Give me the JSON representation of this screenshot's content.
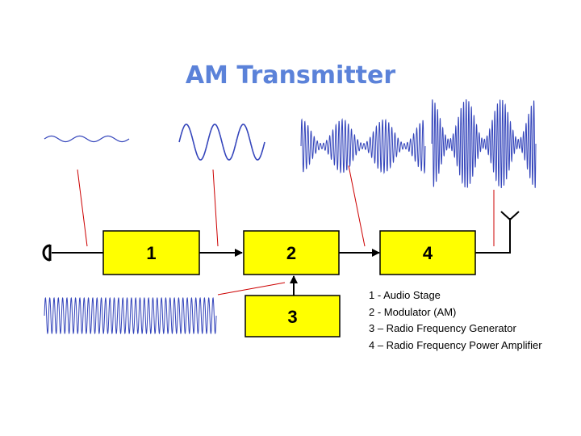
{
  "title": "AM Transmitter",
  "colors": {
    "title": "#5B82D9",
    "block_fill": "#FFFF00",
    "block_stroke": "#000000",
    "wave": "#3344BB",
    "pointer": "#CC0000",
    "arrow": "#000000"
  },
  "blocks": [
    {
      "id": "1",
      "label": "1"
    },
    {
      "id": "2",
      "label": "2"
    },
    {
      "id": "3",
      "label": "3"
    },
    {
      "id": "4",
      "label": "4"
    }
  ],
  "legend": [
    "1 - Audio Stage",
    "2 - Modulator (AM)",
    "3 – Radio Frequency Generator",
    "4 – Radio Frequency Power Amplifier"
  ],
  "icons": {
    "input": "microphone-icon",
    "output": "antenna-icon"
  },
  "waveforms": [
    {
      "name": "audio-input-wave",
      "kind": "sine",
      "cycles": 3,
      "relative_amplitude": 0.35
    },
    {
      "name": "amplified-audio-wave",
      "kind": "sine",
      "cycles": 3,
      "relative_amplitude": 1.0
    },
    {
      "name": "rf-carrier-wave",
      "kind": "sine",
      "cycles": 40,
      "relative_amplitude": 1.0
    },
    {
      "name": "modulated-am-wave",
      "kind": "am",
      "carrier_cycles": 40,
      "envelope_cycles": 3,
      "relative_amplitude": 1.0
    },
    {
      "name": "amplified-am-wave",
      "kind": "am",
      "carrier_cycles": 40,
      "envelope_cycles": 3,
      "relative_amplitude": 1.0
    }
  ]
}
